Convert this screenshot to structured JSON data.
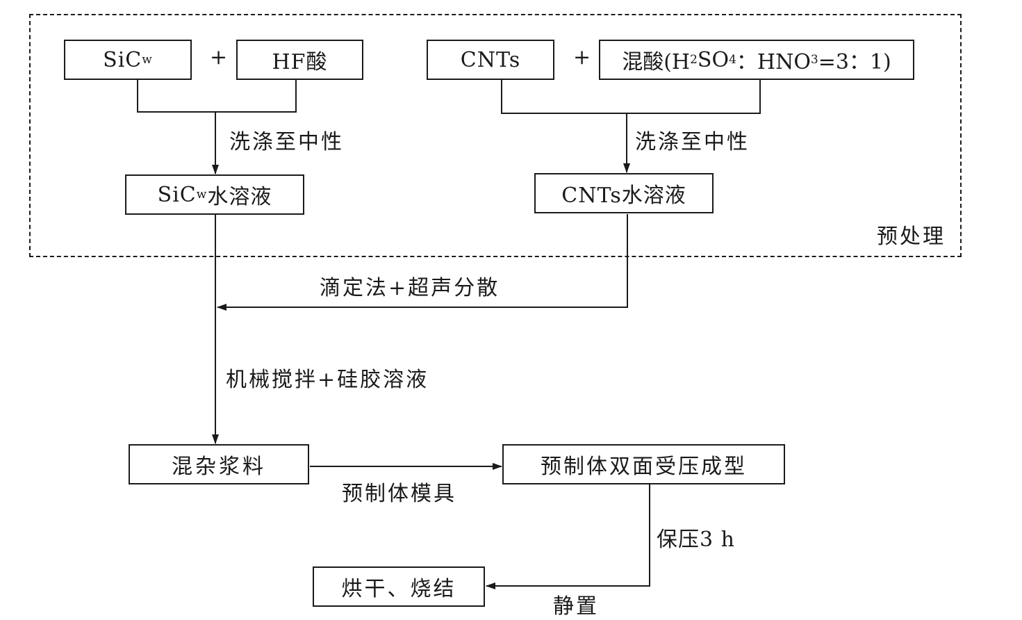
{
  "pretreatment_label": "预处理",
  "boxes": {
    "sicw": {
      "base": "SiC",
      "sub": "w"
    },
    "hf": "HF酸",
    "cnts": "CNTs",
    "mixed_acid": {
      "prefix": "混酸(H",
      "sub1": "2",
      "mid1": "SO",
      "sub2": "4",
      "mid2": "：HNO",
      "sub3": "3",
      "suffix": "=3：1)"
    },
    "sicw_solution": {
      "base": "SiC",
      "sub": "w",
      "suffix": "水溶液"
    },
    "cnts_solution": "CNTs水溶液",
    "hybrid_slurry": "混杂浆料",
    "double_press": "预制体双面受压成型",
    "dry_sinter": "烘干、烧结"
  },
  "operators": {
    "plus_left": "+",
    "plus_right": "+"
  },
  "edge_labels": {
    "wash_left": "洗涤至中性",
    "wash_right": "洗涤至中性",
    "titration": "滴定法+超声分散",
    "stirring": "机械搅拌+硅胶溶液",
    "preform_mold": "预制体模具",
    "hold_pressure": "保压3 h",
    "standing": "静置"
  },
  "colors": {
    "line": "#1a1a1a",
    "background": "#ffffff"
  }
}
